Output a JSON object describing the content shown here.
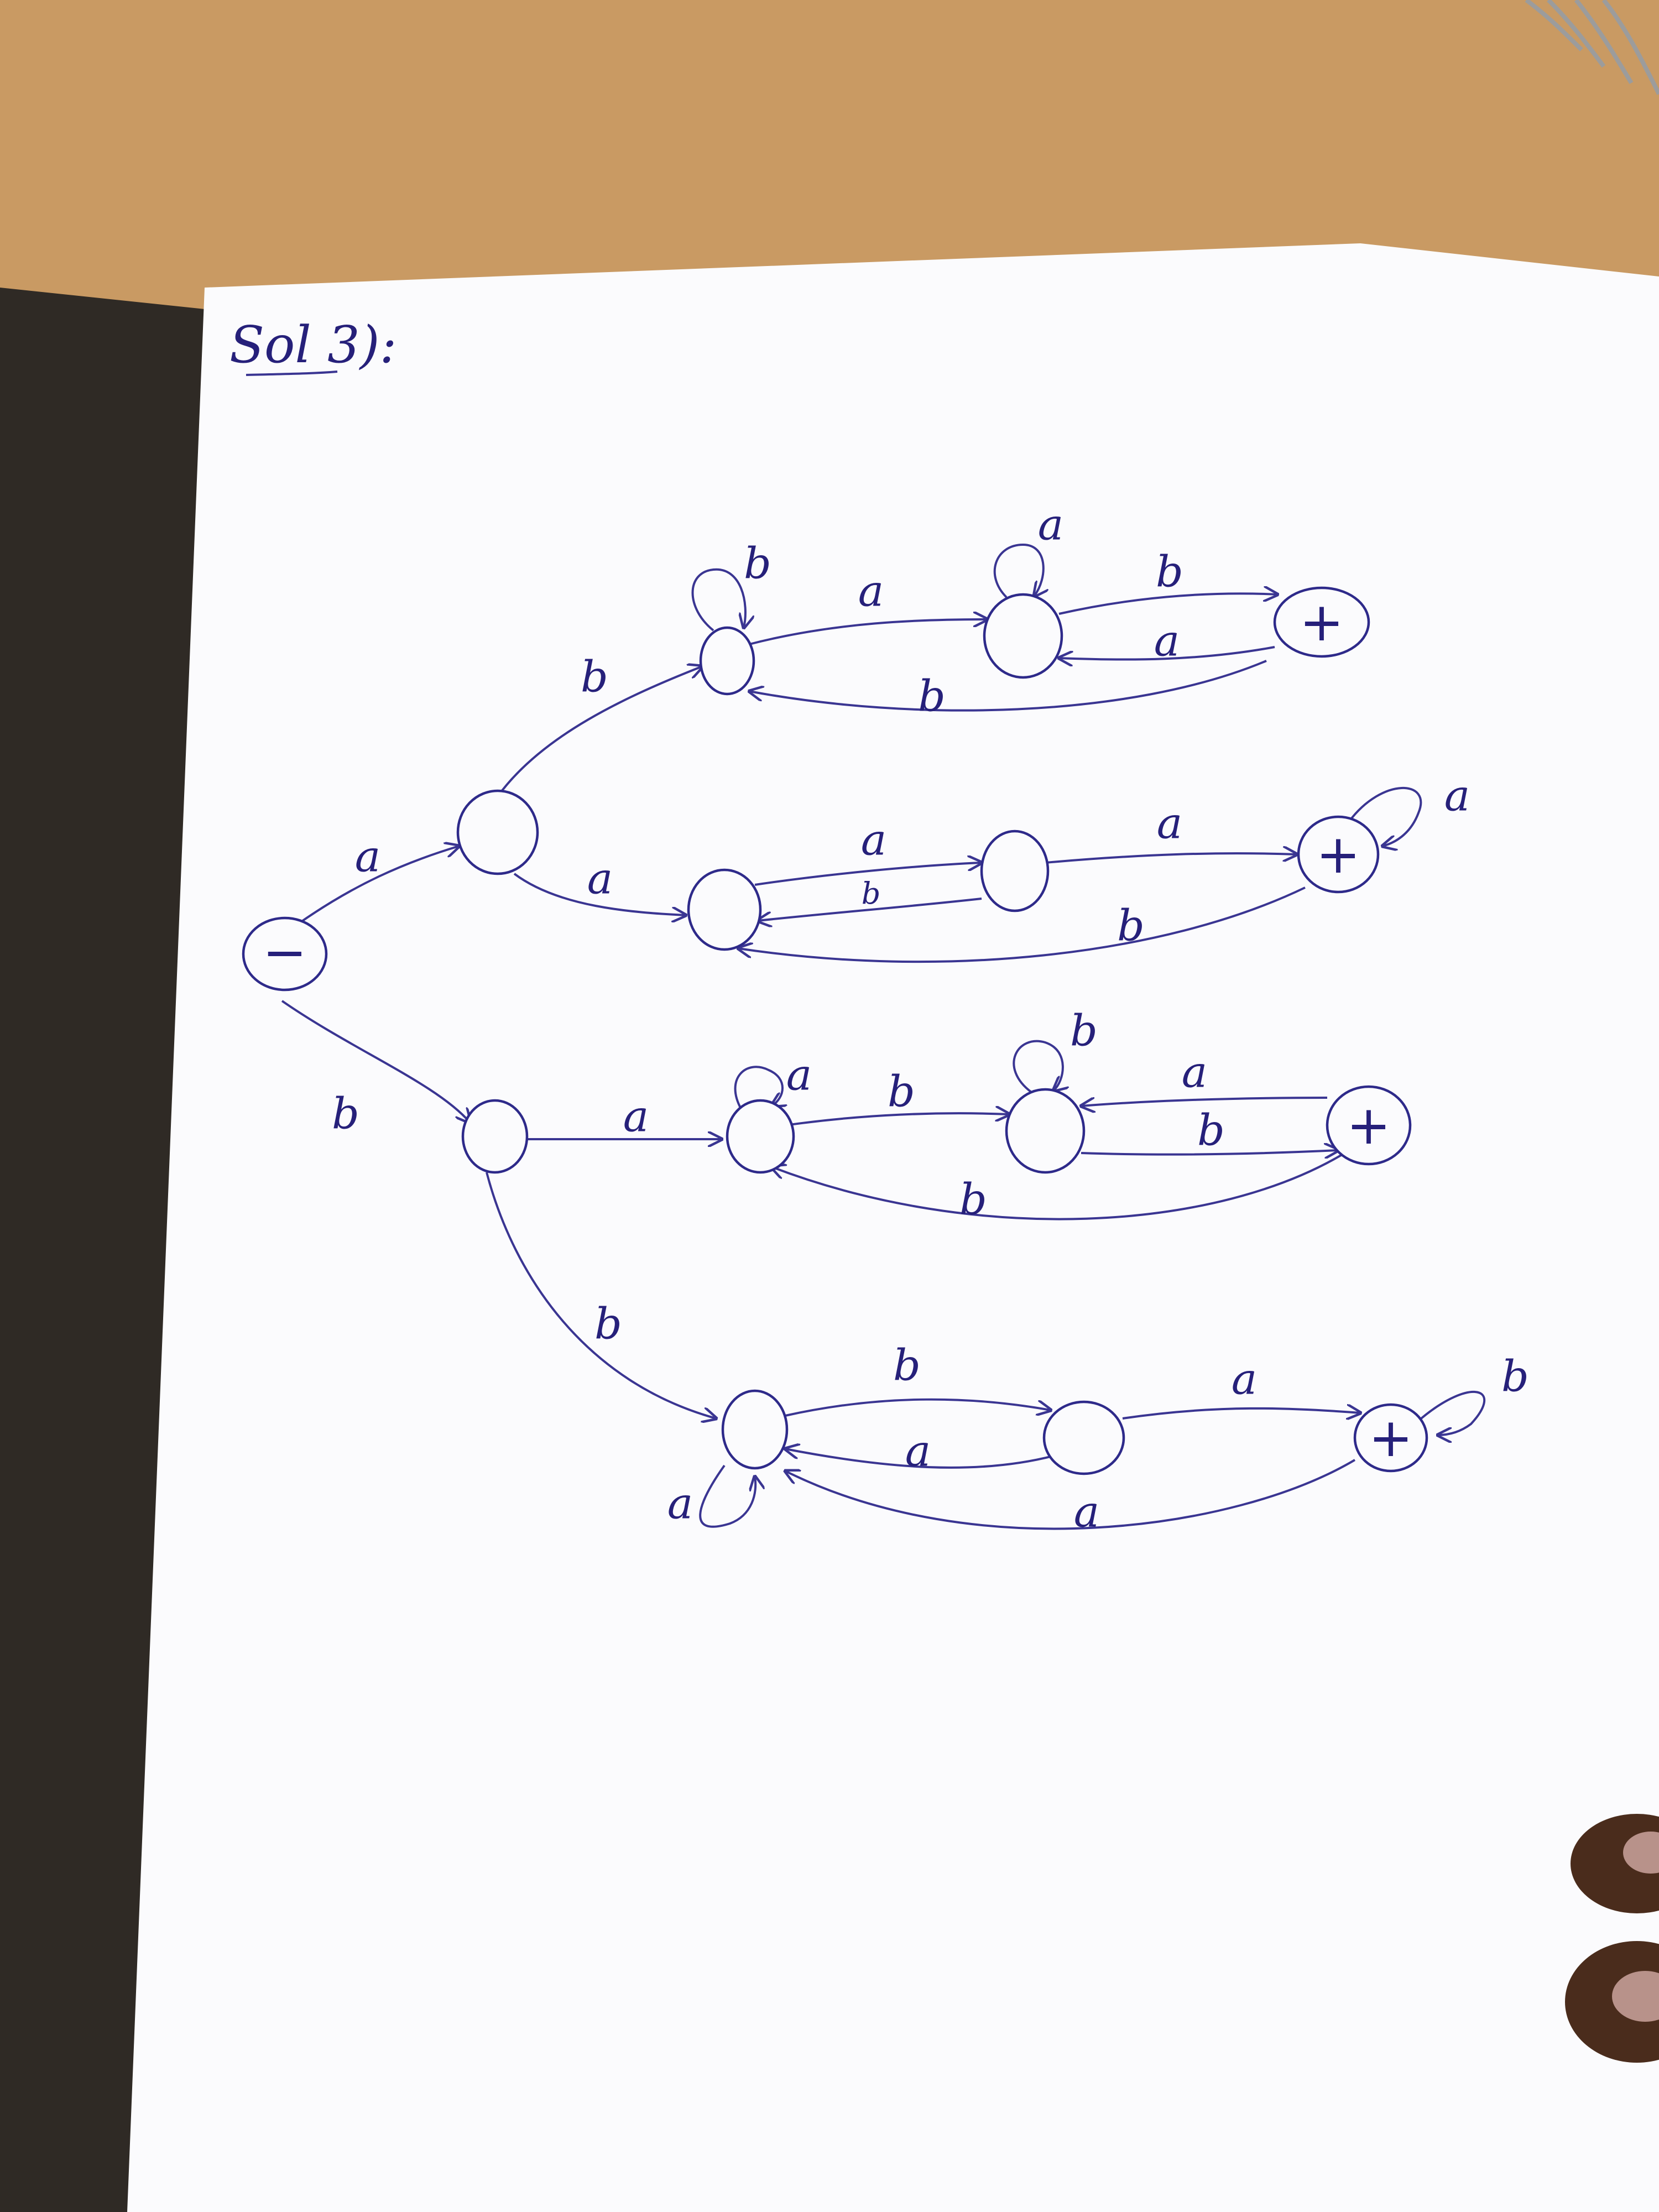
{
  "heading": "Sol 3):",
  "state_marks": {
    "start": "−",
    "final": "+"
  },
  "colors": {
    "ink": "#2e2a8a",
    "paper": "#fbfbfd",
    "desk": "#c99a63",
    "shadow": "#3a2f26"
  },
  "diagram": {
    "states": [
      {
        "id": "q0",
        "role": "start"
      },
      {
        "id": "qa",
        "role": "normal"
      },
      {
        "id": "qb",
        "role": "normal"
      },
      {
        "id": "aa0",
        "role": "normal"
      },
      {
        "id": "aa1",
        "role": "normal"
      },
      {
        "id": "aa2",
        "role": "final"
      },
      {
        "id": "ab0",
        "role": "normal"
      },
      {
        "id": "ab1",
        "role": "normal"
      },
      {
        "id": "ab2",
        "role": "final"
      },
      {
        "id": "ba0",
        "role": "normal"
      },
      {
        "id": "ba1",
        "role": "normal"
      },
      {
        "id": "ba2",
        "role": "final"
      },
      {
        "id": "bb0",
        "role": "normal"
      },
      {
        "id": "bb1",
        "role": "normal"
      },
      {
        "id": "bb2",
        "role": "final"
      }
    ],
    "transitions": [
      {
        "from": "q0",
        "to": "qa",
        "label": "a"
      },
      {
        "from": "q0",
        "to": "qb",
        "label": "b"
      },
      {
        "from": "qa",
        "to": "ab0",
        "label": "b"
      },
      {
        "from": "qa",
        "to": "aa0",
        "label": "a"
      },
      {
        "from": "qb",
        "to": "ba0",
        "label": "a"
      },
      {
        "from": "qb",
        "to": "bb0",
        "label": "b"
      },
      {
        "from": "ab0",
        "to": "ab0",
        "label": "b"
      },
      {
        "from": "ab0",
        "to": "ab1",
        "label": "a"
      },
      {
        "from": "ab1",
        "to": "ab1",
        "label": "a"
      },
      {
        "from": "ab1",
        "to": "ab2",
        "label": "b"
      },
      {
        "from": "ab2",
        "to": "ab1",
        "label": "a"
      },
      {
        "from": "ab2",
        "to": "ab0",
        "label": "b"
      },
      {
        "from": "aa0",
        "to": "aa1",
        "label": "a"
      },
      {
        "from": "aa1",
        "to": "aa0",
        "label": "b"
      },
      {
        "from": "aa1",
        "to": "aa2",
        "label": "a"
      },
      {
        "from": "aa2",
        "to": "aa2",
        "label": "a"
      },
      {
        "from": "aa2",
        "to": "aa0",
        "label": "b"
      },
      {
        "from": "ba0",
        "to": "ba0",
        "label": "a"
      },
      {
        "from": "ba0",
        "to": "ba1",
        "label": "b"
      },
      {
        "from": "ba1",
        "to": "ba1",
        "label": "b"
      },
      {
        "from": "ba2",
        "to": "ba1",
        "label": "a"
      },
      {
        "from": "ba1",
        "to": "ba2",
        "label": "b"
      },
      {
        "from": "ba2",
        "to": "ba0",
        "label": "b"
      },
      {
        "from": "bb0",
        "to": "bb0",
        "label": "a"
      },
      {
        "from": "bb0",
        "to": "bb1",
        "label": "b"
      },
      {
        "from": "bb1",
        "to": "bb0",
        "label": "a"
      },
      {
        "from": "bb1",
        "to": "bb2",
        "label": "a"
      },
      {
        "from": "bb2",
        "to": "bb2",
        "label": "b"
      },
      {
        "from": "bb2",
        "to": "bb0",
        "label": "a"
      }
    ]
  }
}
